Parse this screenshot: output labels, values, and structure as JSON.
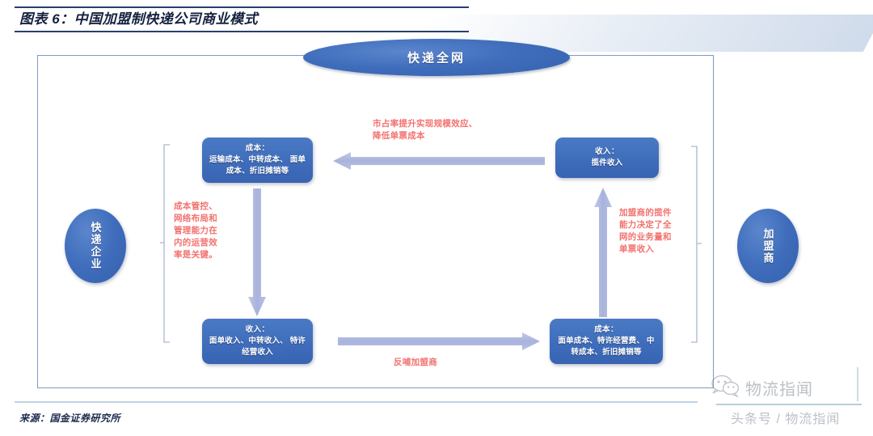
{
  "header": {
    "title": "图表 6：中国加盟制快递公司商业模式"
  },
  "diagram": {
    "type": "business-model-flow",
    "top_node": {
      "id": "express-network",
      "label": "快递全网",
      "shape": "ellipse",
      "color": "#3f6dbb"
    },
    "left_node": {
      "id": "express-enterprise",
      "label": "快递企业",
      "shape": "circle",
      "color": "#3f6dbb"
    },
    "right_node": {
      "id": "franchisee",
      "label": "加盟商",
      "shape": "circle",
      "color": "#3f6dbb"
    },
    "boxes": [
      {
        "id": "enterprise-cost",
        "head": "成本：",
        "body": "运输成本、中转成本、\n面单成本、折旧摊销等",
        "side": "left",
        "row": "top"
      },
      {
        "id": "franchisee-revenue",
        "head": "收入：",
        "body": "揽件收入",
        "side": "right",
        "row": "top"
      },
      {
        "id": "enterprise-revenue",
        "head": "收入：",
        "body": "面单收入、中转收入、\n特许经营收入",
        "side": "left",
        "row": "bottom"
      },
      {
        "id": "franchisee-cost",
        "head": "成本：",
        "body": "面单成本、特许经营费、\n中转成本、折旧摊销等",
        "side": "right",
        "row": "bottom"
      }
    ],
    "annotations": [
      {
        "id": "note-top",
        "text": "市占率提升实现规模效应、\n降低单票成本",
        "color": "#f2726f"
      },
      {
        "id": "note-left",
        "text": "成本管控、\n网络布局和\n管理能力在\n内的运营效\n率是关键。",
        "color": "#f2726f"
      },
      {
        "id": "note-right",
        "text": "加盟商的揽件\n能力决定了全\n网的业务量和\n单票收入",
        "color": "#f2726f"
      },
      {
        "id": "note-bottom",
        "text": "反哺加盟商",
        "color": "#f2726f"
      }
    ],
    "arrows": [
      {
        "id": "arrow-top",
        "direction": "left",
        "color": "#aab4d8"
      },
      {
        "id": "arrow-left",
        "direction": "down",
        "color": "#aab4d8"
      },
      {
        "id": "arrow-right",
        "direction": "up",
        "color": "#aab4d8"
      },
      {
        "id": "arrow-bottom",
        "direction": "right",
        "color": "#aab4d8"
      }
    ]
  },
  "footer": {
    "source": "来源：国金证券研究所"
  },
  "watermark": {
    "brand": "物流指闻",
    "sub": "头条号 / 物流指闻",
    "icon": "wechat-icon"
  }
}
